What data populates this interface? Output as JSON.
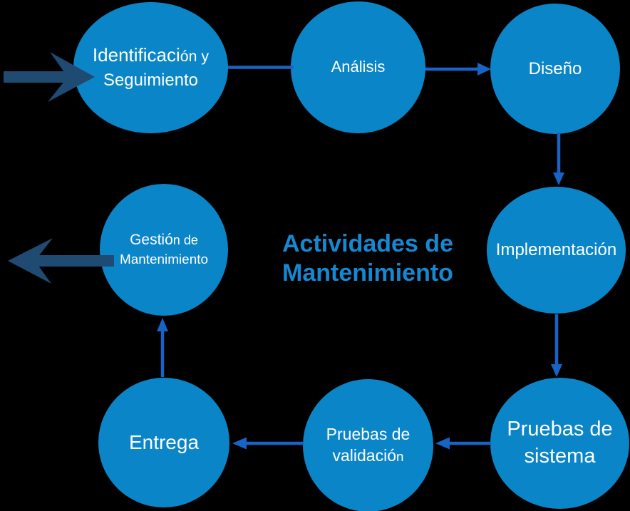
{
  "background": "#000000",
  "colors": {
    "bg": "#000000",
    "circle": "#0a85c8",
    "connector": "#1763c6",
    "navy": "#1f4b72",
    "title": "#1688d2",
    "node_text": "#ffffff"
  },
  "title": {
    "text": "Actividades de Mantenimiento",
    "lines": [
      "Actividades de",
      "Mantenimiento"
    ]
  },
  "nodes": [
    {
      "id": "identificacion",
      "label": "Identificación y Seguimiento",
      "lines": [
        [
          {
            "t": "Identificaci",
            "s": 1
          },
          {
            "t": "ón y",
            "s": 0.82
          }
        ],
        [
          {
            "t": "Seguimiento",
            "s": 0.92
          }
        ]
      ]
    },
    {
      "id": "analisis",
      "label": "Análisis",
      "lines": [
        [
          {
            "t": "Análisis",
            "s": 1
          }
        ]
      ]
    },
    {
      "id": "diseno",
      "label": "Diseño",
      "lines": [
        [
          {
            "t": "Diseño",
            "s": 1
          }
        ]
      ]
    },
    {
      "id": "gestion",
      "label": "Gestión de Mantenimiento",
      "lines": [
        [
          {
            "t": "Gestió",
            "s": 1
          },
          {
            "t": "n de",
            "s": 0.86
          }
        ],
        [
          {
            "t": "Mantenimiento",
            "s": 0.9
          }
        ]
      ]
    },
    {
      "id": "implementacion",
      "label": "Implementación",
      "lines": [
        [
          {
            "t": "Implementación",
            "s": 1
          }
        ]
      ]
    },
    {
      "id": "entrega",
      "label": "Entrega",
      "lines": [
        [
          {
            "t": "Entrega",
            "s": 1
          }
        ]
      ]
    },
    {
      "id": "validacion",
      "label": "Pruebas de validación",
      "lines": [
        [
          {
            "t": "Pruebas de",
            "s": 1
          }
        ],
        [
          {
            "t": "validació",
            "s": 1
          },
          {
            "t": "n",
            "s": 0.82
          }
        ]
      ]
    },
    {
      "id": "sistema",
      "label": "Pruebas de sistema",
      "lines": [
        [
          {
            "t": "Pruebas de",
            "s": 1
          }
        ],
        [
          {
            "t": "sistema",
            "s": 1
          }
        ]
      ]
    }
  ],
  "edges": [
    {
      "from": "external-input",
      "to": "identificacion",
      "style": "block-arrow"
    },
    {
      "from": "identificacion",
      "to": "analisis",
      "style": "plain-line"
    },
    {
      "from": "analisis",
      "to": "diseno",
      "style": "arrow"
    },
    {
      "from": "diseno",
      "to": "implementacion",
      "style": "arrow"
    },
    {
      "from": "implementacion",
      "to": "sistema",
      "style": "arrow"
    },
    {
      "from": "sistema",
      "to": "validacion",
      "style": "arrow"
    },
    {
      "from": "validacion",
      "to": "entrega",
      "style": "arrow"
    },
    {
      "from": "entrega",
      "to": "gestion",
      "style": "arrow"
    },
    {
      "from": "gestion",
      "to": "external-output",
      "style": "block-arrow"
    }
  ]
}
